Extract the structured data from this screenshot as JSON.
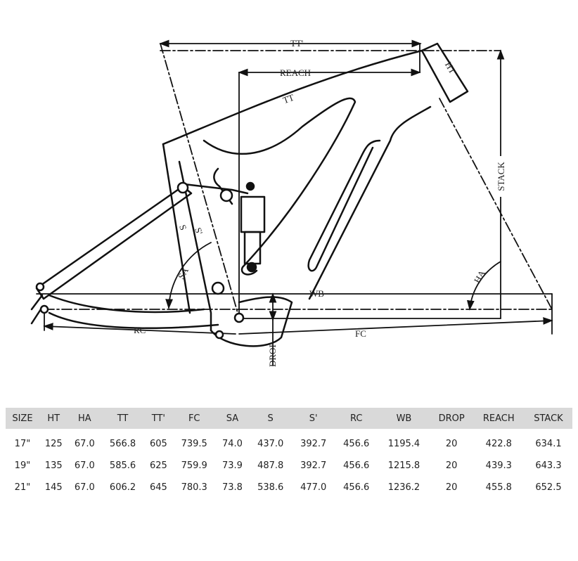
{
  "diagram": {
    "labels": {
      "tt_prime": "TT'",
      "reach": "REACH",
      "tt": "TT",
      "ht": "HT",
      "stack": "STACK",
      "s_prime": "S'",
      "s": "S",
      "sa": "SA",
      "ha": "HA",
      "wb": "WB",
      "rc": "RC",
      "fc": "FC",
      "drop": "DROP"
    }
  },
  "table": {
    "headers": [
      "SIZE",
      "HT",
      "HA",
      "TT",
      "TT'",
      "FC",
      "SA",
      "S",
      "S'",
      "RC",
      "WB",
      "DROP",
      "REACH",
      "STACK"
    ],
    "rows": [
      [
        "17\"",
        "125",
        "67.0",
        "566.8",
        "605",
        "739.5",
        "74.0",
        "437.0",
        "392.7",
        "456.6",
        "1195.4",
        "20",
        "422.8",
        "634.1"
      ],
      [
        "19\"",
        "135",
        "67.0",
        "585.6",
        "625",
        "759.9",
        "73.9",
        "487.8",
        "392.7",
        "456.6",
        "1215.8",
        "20",
        "439.3",
        "643.3"
      ],
      [
        "21\"",
        "145",
        "67.0",
        "606.2",
        "645",
        "780.3",
        "73.8",
        "538.6",
        "477.0",
        "456.6",
        "1236.2",
        "20",
        "455.8",
        "652.5"
      ]
    ]
  }
}
